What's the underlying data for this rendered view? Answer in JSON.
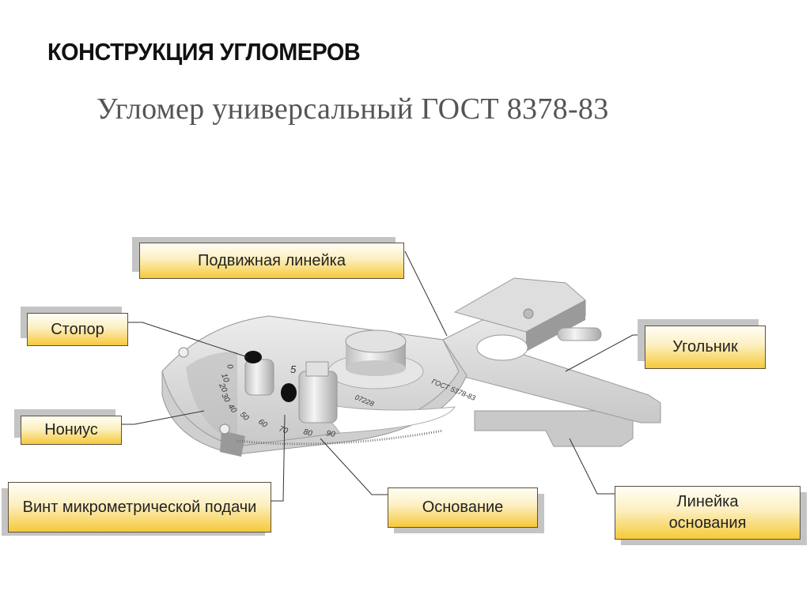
{
  "slide": {
    "title": "КОНСТРУКЦИЯ УГЛОМЕРОВ",
    "subtitle": "Угломер универсальный ГОСТ 8378-83"
  },
  "labels": {
    "movable_ruler": "Подвижная линейка",
    "stopper": "Стопор",
    "square": "Угольник",
    "vernier": "Нониус",
    "micrometer_screw": "Винт микрометрической подачи",
    "base": "Основание",
    "base_ruler": "Линейка основания"
  },
  "instrument": {
    "engraving": "ГОСТ 5378-83",
    "serial": "07228",
    "scale_marks": [
      "0",
      "10",
      "20",
      "30",
      "40",
      "50",
      "60",
      "70",
      "80",
      "90"
    ],
    "vernier_mark": "5"
  },
  "colors": {
    "label_fill": "#f6c93a",
    "metal": "#d4d4d4"
  }
}
